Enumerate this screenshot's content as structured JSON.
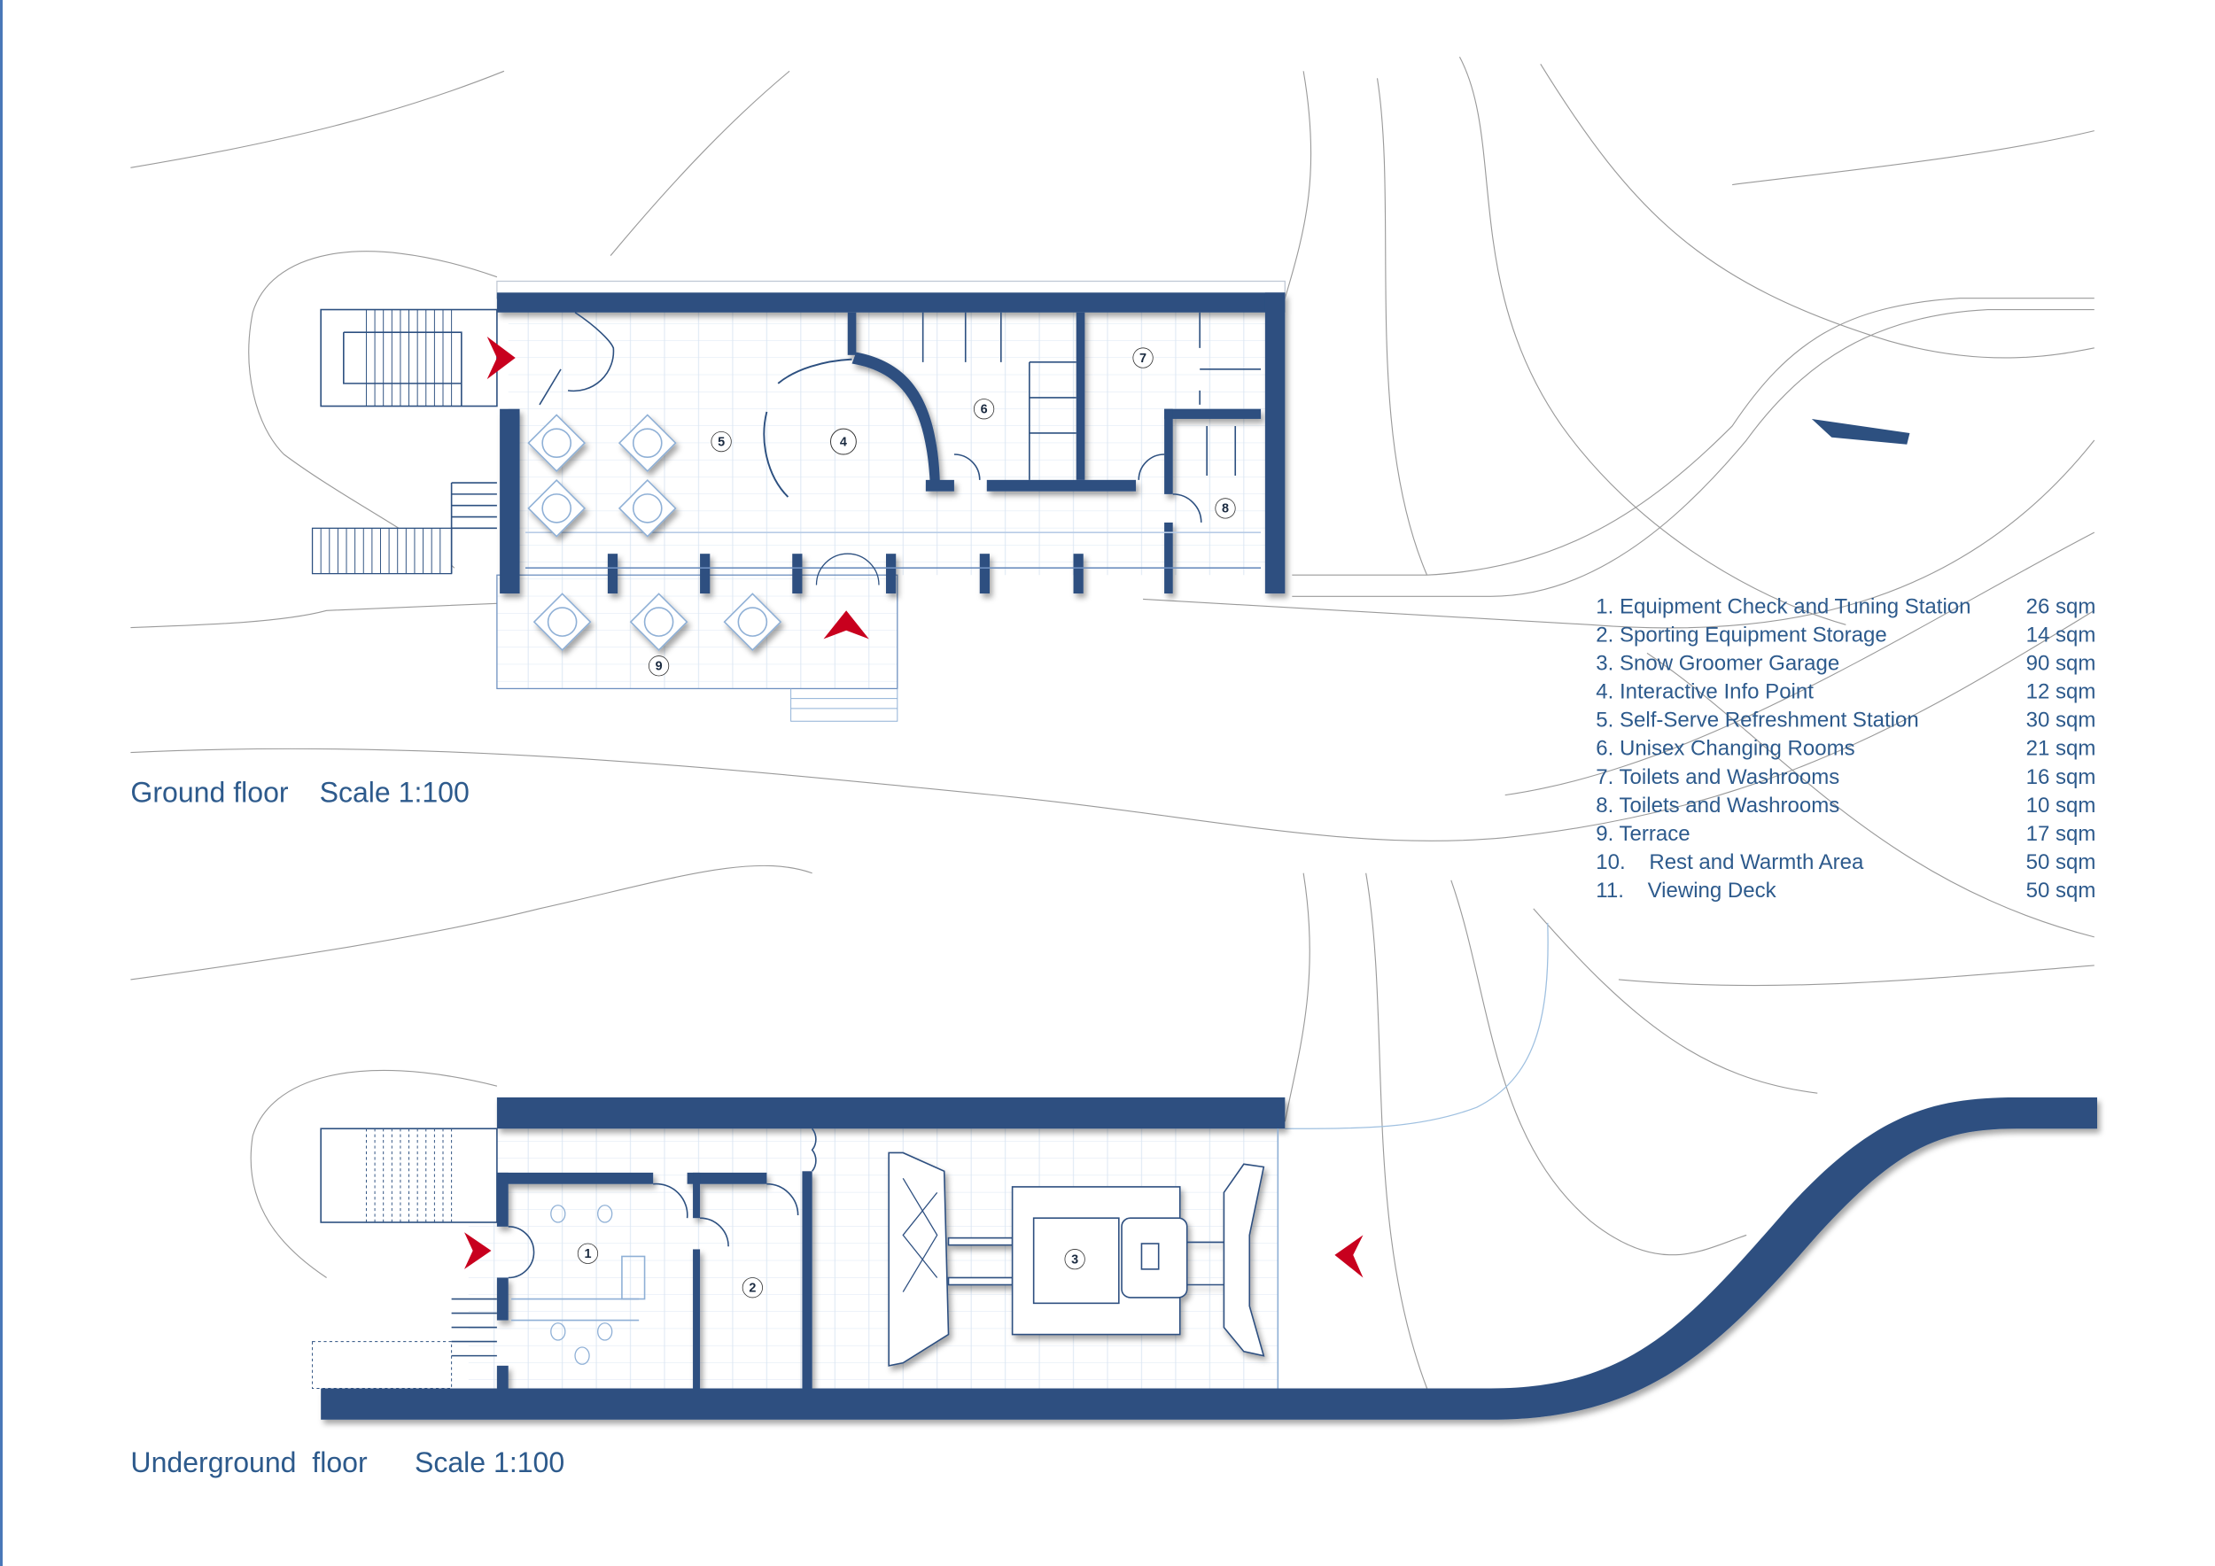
{
  "ground_floor": {
    "title": "Ground floor",
    "scale": "Scale 1:100",
    "room_numbers": [
      "4",
      "5",
      "6",
      "7",
      "8",
      "9"
    ]
  },
  "underground_floor": {
    "title": "Underground  floor",
    "scale": "Scale 1:100",
    "room_numbers": [
      "1",
      "2",
      "3"
    ]
  },
  "legend": [
    {
      "label": "1. Equipment Check and Tuning Station",
      "area": "26 sqm"
    },
    {
      "label": "2. Sporting Equipment Storage",
      "area": "14 sqm"
    },
    {
      "label": "3. Snow Groomer Garage",
      "area": "90 sqm"
    },
    {
      "label": "4. Interactive Info Point",
      "area": "12 sqm"
    },
    {
      "label": "5. Self-Serve Refreshment Station",
      "area": "30 sqm"
    },
    {
      "label": "6. Unisex Changing Rooms",
      "area": "21 sqm"
    },
    {
      "label": "7. Toilets and Washrooms",
      "area": "16 sqm"
    },
    {
      "label": "8. Toilets and Washrooms",
      "area": "10 sqm"
    },
    {
      "label": "9. Terrace",
      "area": "17 sqm"
    },
    {
      "label": "10.    Rest and Warmth Area",
      "area": "50 sqm"
    },
    {
      "label": "11.    Viewing Deck",
      "area": "50 sqm"
    }
  ],
  "colors": {
    "wall": "#2d5080",
    "text": "#2d5a8c",
    "entrance_arrow": "#c8001e"
  }
}
